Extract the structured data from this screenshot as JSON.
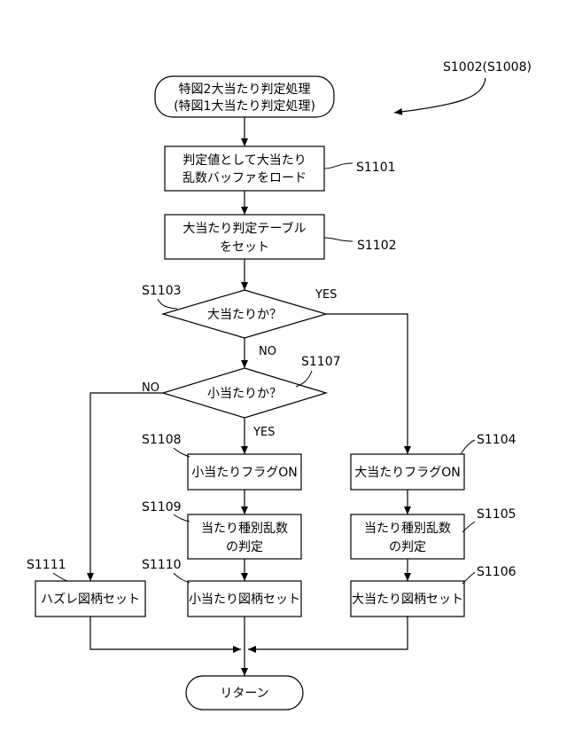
{
  "ref_label": "S1002(S1008)",
  "start": {
    "line1": "特図2大当たり判定処理",
    "line2": "(特図1大当たり判定処理)"
  },
  "s1101": {
    "label": "S1101",
    "line1": "判定値として大当たり",
    "line2": "乱数バッファをロード"
  },
  "s1102": {
    "label": "S1102",
    "line1": "大当たり判定テーブル",
    "line2": "をセット"
  },
  "s1103": {
    "label": "S1103",
    "text": "大当たりか？",
    "yes": "YES",
    "no": "NO"
  },
  "s1107": {
    "label": "S1107",
    "text": "小当たりか？",
    "yes": "YES",
    "no": "NO"
  },
  "s1104": {
    "label": "S1104",
    "text": "大当たりフラグON"
  },
  "s1105": {
    "label": "S1105",
    "line1": "当たり種別乱数",
    "line2": "の判定"
  },
  "s1106": {
    "label": "S1106",
    "text": "大当たり図柄セット"
  },
  "s1108": {
    "label": "S1108",
    "text": "小当たりフラグON"
  },
  "s1109": {
    "label": "S1109",
    "line1": "当たり種別乱数",
    "line2": "の判定"
  },
  "s1110": {
    "label": "S1110",
    "text": "小当たり図柄セット"
  },
  "s1111": {
    "label": "S1111",
    "text": "ハズレ図柄セット"
  },
  "end": {
    "text": "リターン"
  }
}
